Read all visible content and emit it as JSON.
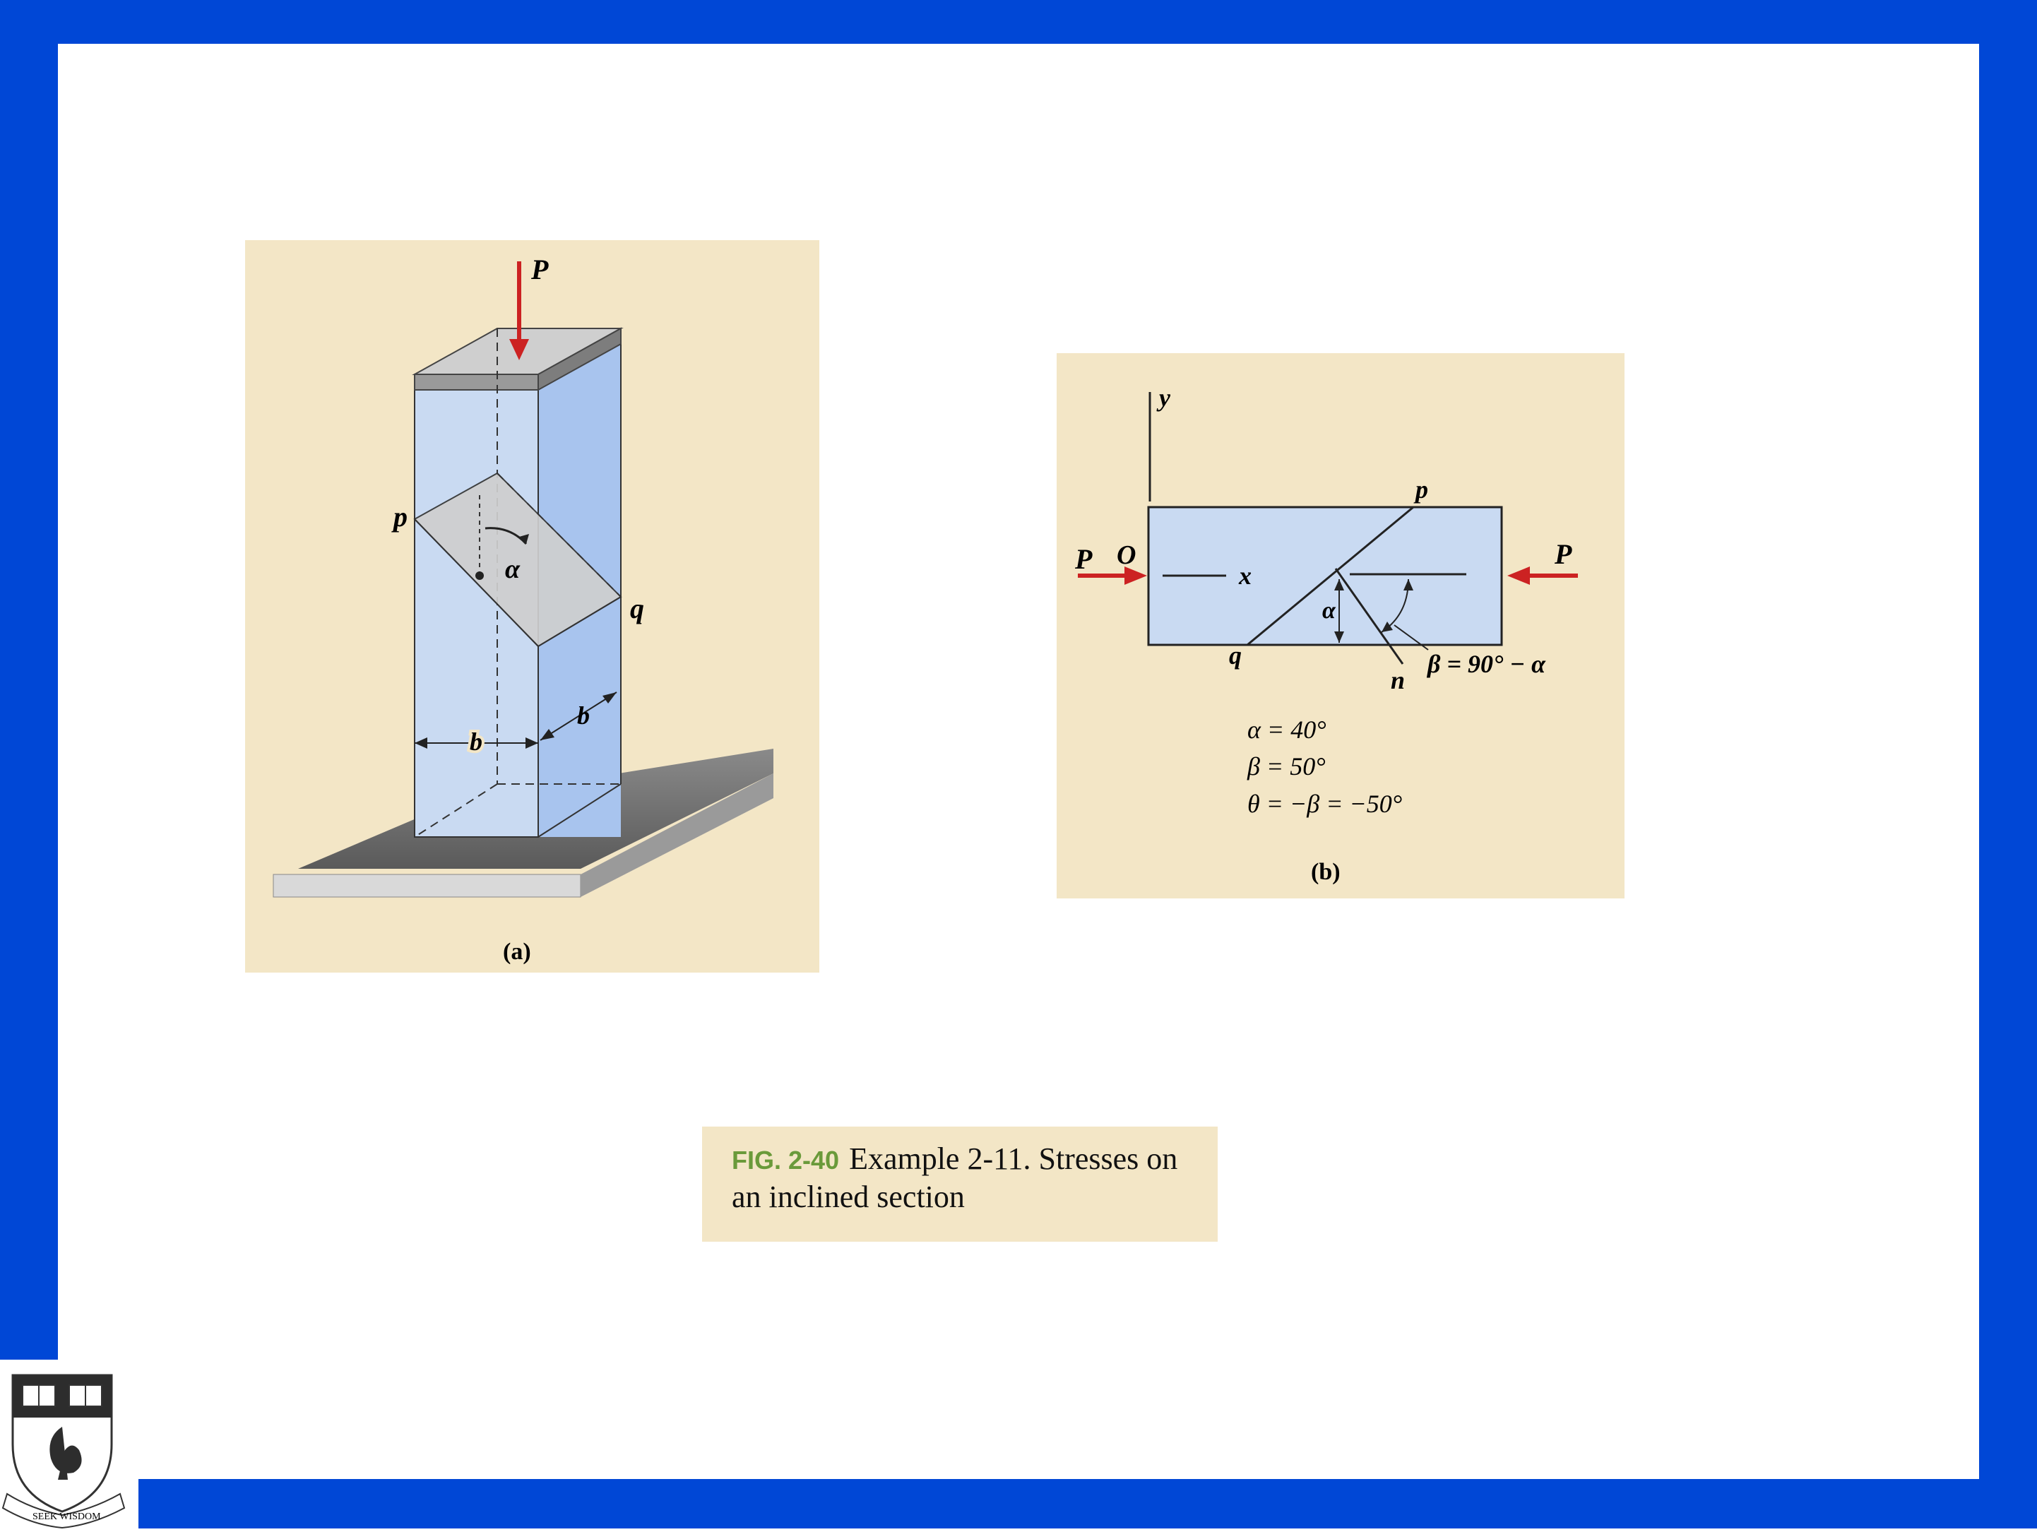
{
  "figure_a": {
    "load_label": "P",
    "point_p": "p",
    "point_q": "q",
    "angle_label": "α",
    "width_label_front": "b",
    "width_label_side": "b",
    "sublabel": "(a)"
  },
  "figure_b": {
    "axis_y": "y",
    "axis_x": "x",
    "origin": "O",
    "load_left": "P",
    "load_right": "P",
    "point_p": "p",
    "point_q": "q",
    "normal": "n",
    "angle_alpha": "α",
    "beta_relation": "β = 90° − α",
    "eq_alpha": "α = 40°",
    "eq_beta": "β = 50°",
    "eq_theta": "θ = −β = −50°",
    "sublabel": "(b)"
  },
  "caption": {
    "fig_number": "FIG. 2-40",
    "text": "Example 2-11. Stresses on an inclined section"
  },
  "colors": {
    "frame": "#0047D6",
    "paper": "#f3e6c6",
    "body_face": "#c9daf2",
    "force_arrow": "#cc2222"
  },
  "crest": {
    "motto": "SEEK WISDOM"
  }
}
